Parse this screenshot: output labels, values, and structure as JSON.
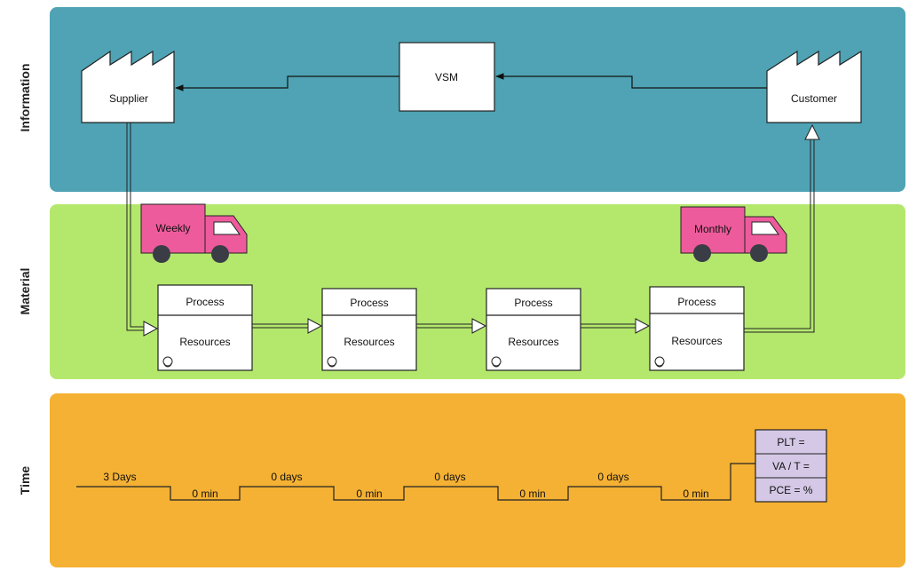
{
  "colors": {
    "information": "#4fa3b5",
    "material": "#b4e86d",
    "time": "#f5b133",
    "truck": "#ee5b9c",
    "metrics": "#d4c8e6"
  },
  "lanes": {
    "information": "Information",
    "material": "Material",
    "time": "Time"
  },
  "information": {
    "supplier": "Supplier",
    "vsm": "VSM",
    "customer": "Customer"
  },
  "trucks": {
    "left": "Weekly",
    "right": "Monthly"
  },
  "processes": [
    {
      "title": "Process",
      "body": "Resources",
      "operator_icon": "operator-icon"
    },
    {
      "title": "Process",
      "body": "Resources",
      "operator_icon": "operator-icon"
    },
    {
      "title": "Process",
      "body": "Resources",
      "operator_icon": "operator-icon"
    },
    {
      "title": "Process",
      "body": "Resources",
      "operator_icon": "operator-icon"
    }
  ],
  "timeline": {
    "upper": [
      "3 Days",
      "0 days",
      "0 days",
      "0 days"
    ],
    "lower": [
      "0 min",
      "0 min",
      "0 min",
      "0 min"
    ]
  },
  "metrics": [
    "PLT =",
    "VA / T =",
    "PCE = %"
  ]
}
